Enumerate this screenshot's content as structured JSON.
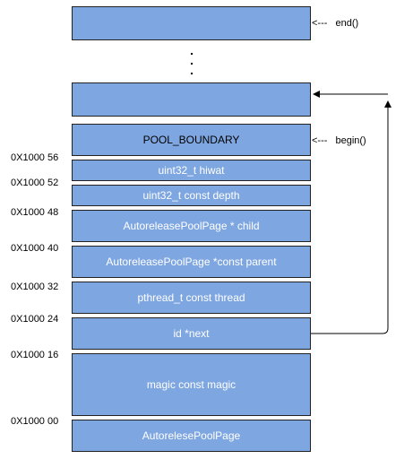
{
  "blocks": {
    "top": "",
    "empty": "",
    "pool_boundary": "POOL_BOUNDARY",
    "hiwat": "uint32_t  hiwat",
    "depth": "uint32_t const depth",
    "child": "AutoreleasePoolPage * child",
    "parent": "AutoreleasePoolPage *const parent",
    "thread": "pthread_t  const  thread",
    "next": "id  *next",
    "magic": "magic const magic",
    "page": "AutorelesePoolPage"
  },
  "addresses": {
    "a56": "0X1000 56",
    "a52": "0X1000 52",
    "a48": "0X1000 48",
    "a40": "0X1000 40",
    "a32": "0X1000 32",
    "a24": "0X1000 24",
    "a16": "0X1000 16",
    "a00": "0X1000 00"
  },
  "pointers": {
    "end": "end()",
    "begin": "begin()",
    "arrow_prefix": "<---"
  },
  "colors": {
    "block_fill": "#7ea6e0",
    "block_border": "#222222"
  }
}
